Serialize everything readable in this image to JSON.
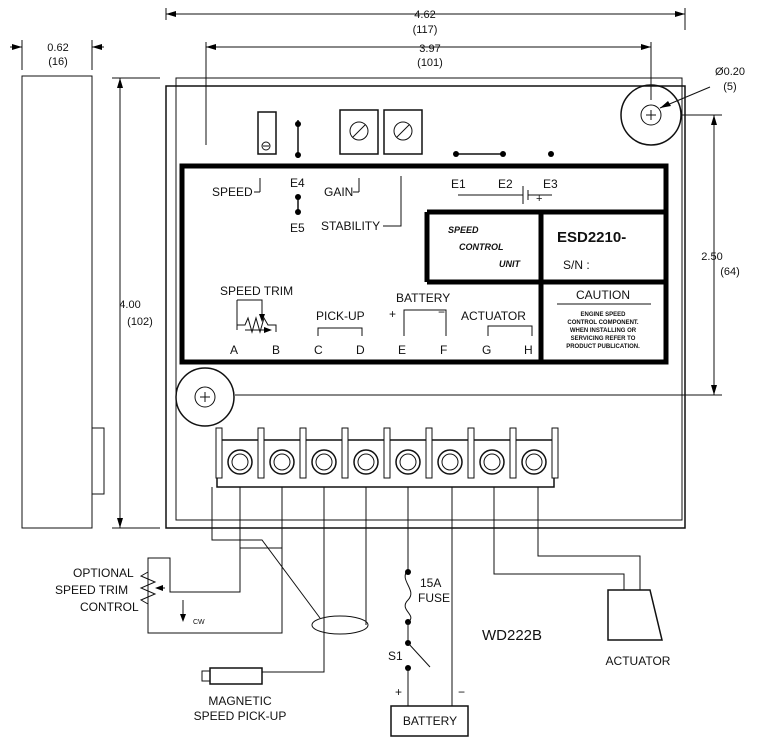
{
  "dimensions": {
    "width_overall": "4.62",
    "width_overall_mm": "(117)",
    "hole_spacing_h": "3.97",
    "hole_spacing_h_mm": "(101)",
    "depth": "0.62",
    "depth_mm": "(16)",
    "height": "4.00",
    "height_mm": "(102)",
    "hole_spacing_v": "2.50",
    "hole_spacing_v_mm": "(64)",
    "hole_dia": "Ø0.20",
    "hole_dia_mm": "(5)"
  },
  "panel": {
    "speed": "SPEED",
    "gain": "GAIN",
    "stability": "STABILITY",
    "e1": "E1",
    "e2": "E2",
    "e3": "E3",
    "e4": "E4",
    "e5": "E5",
    "plus": "+",
    "unit_line1": "SPEED",
    "unit_line2": "CONTROL",
    "unit_line3": "UNIT",
    "model": "ESD2210-",
    "serial": "S/N :",
    "caution_title": "CAUTION",
    "caution_lines": [
      "ENGINE SPEED",
      "CONTROL COMPONENT.",
      "WHEN INSTALLING OR",
      "SERVICING REFER TO",
      "PRODUCT PUBLICATION."
    ],
    "speed_trim": "SPEED TRIM",
    "pickup": "PICK-UP",
    "battery": "BATTERY",
    "battery_plus": "+",
    "battery_minus": "−",
    "actuator": "ACTUATOR",
    "terminals": [
      "A",
      "B",
      "C",
      "D",
      "E",
      "F",
      "G",
      "H"
    ]
  },
  "wiring": {
    "opt_line1": "OPTIONAL",
    "opt_line2": "SPEED TRIM",
    "opt_line3": "CONTROL",
    "cw": "CW",
    "fuse_line1": "15A",
    "fuse_line2": "FUSE",
    "s1": "S1",
    "drawing_no": "WD222B",
    "mag_line1": "MAGNETIC",
    "mag_line2": "SPEED PICK-UP",
    "actuator": "ACTUATOR",
    "battery": "BATTERY",
    "batt_plus": "+",
    "batt_minus": "−"
  }
}
